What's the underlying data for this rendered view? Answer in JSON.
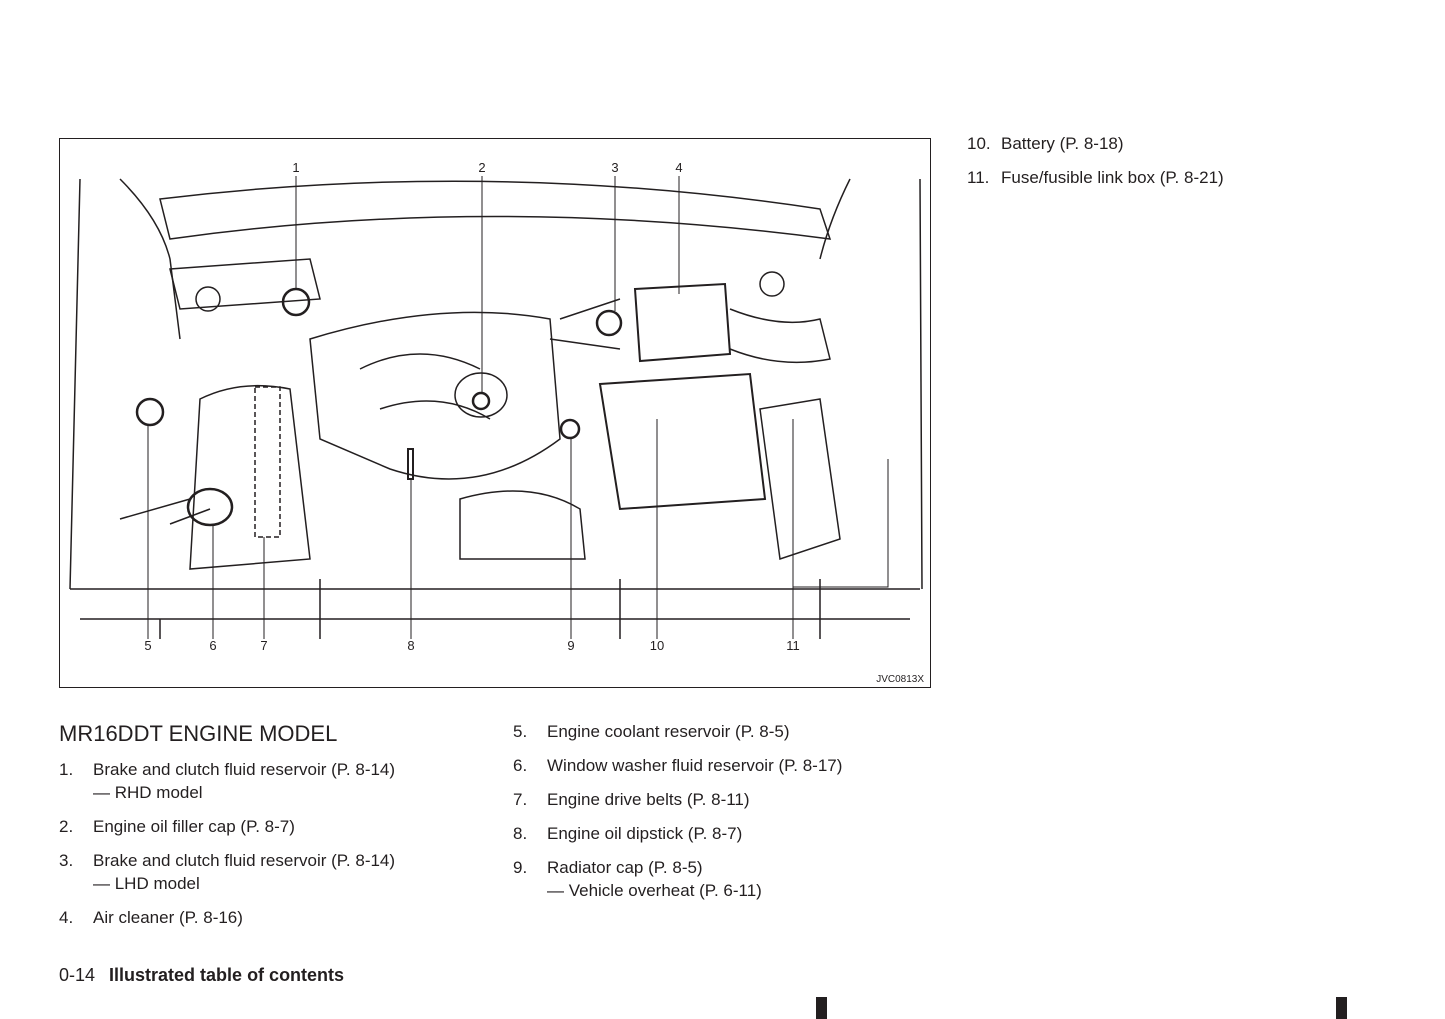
{
  "figure": {
    "code": "JVC0813X",
    "top_labels": [
      "1",
      "2",
      "3",
      "4"
    ],
    "bottom_labels": [
      "5",
      "6",
      "7",
      "8",
      "9",
      "10",
      "11"
    ]
  },
  "right_list": [
    {
      "num": "10.",
      "text": "Battery (P. 8-18)"
    },
    {
      "num": "11.",
      "text": "Fuse/fusible link box (P. 8-21)"
    }
  ],
  "heading": "MR16DDT ENGINE MODEL",
  "left_list": [
    {
      "num": "1.",
      "text": "Brake and clutch fluid reservoir (P. 8-14)",
      "sub": "— RHD model"
    },
    {
      "num": "2.",
      "text": "Engine oil filler cap (P. 8-7)"
    },
    {
      "num": "3.",
      "text": "Brake and clutch fluid reservoir (P. 8-14)",
      "sub": "— LHD model"
    },
    {
      "num": "4.",
      "text": "Air cleaner (P. 8-16)"
    }
  ],
  "middle_list": [
    {
      "num": "5.",
      "text": "Engine coolant reservoir (P. 8-5)"
    },
    {
      "num": "6.",
      "text": "Window washer fluid reservoir (P. 8-17)"
    },
    {
      "num": "7.",
      "text": "Engine drive belts (P. 8-11)"
    },
    {
      "num": "8.",
      "text": "Engine oil dipstick (P. 8-7)"
    },
    {
      "num": "9.",
      "text": "Radiator cap (P. 8-5)",
      "sub": "— Vehicle overheat (P. 6-11)"
    }
  ],
  "footer": {
    "page": "0-14",
    "title": "Illustrated table of contents"
  }
}
